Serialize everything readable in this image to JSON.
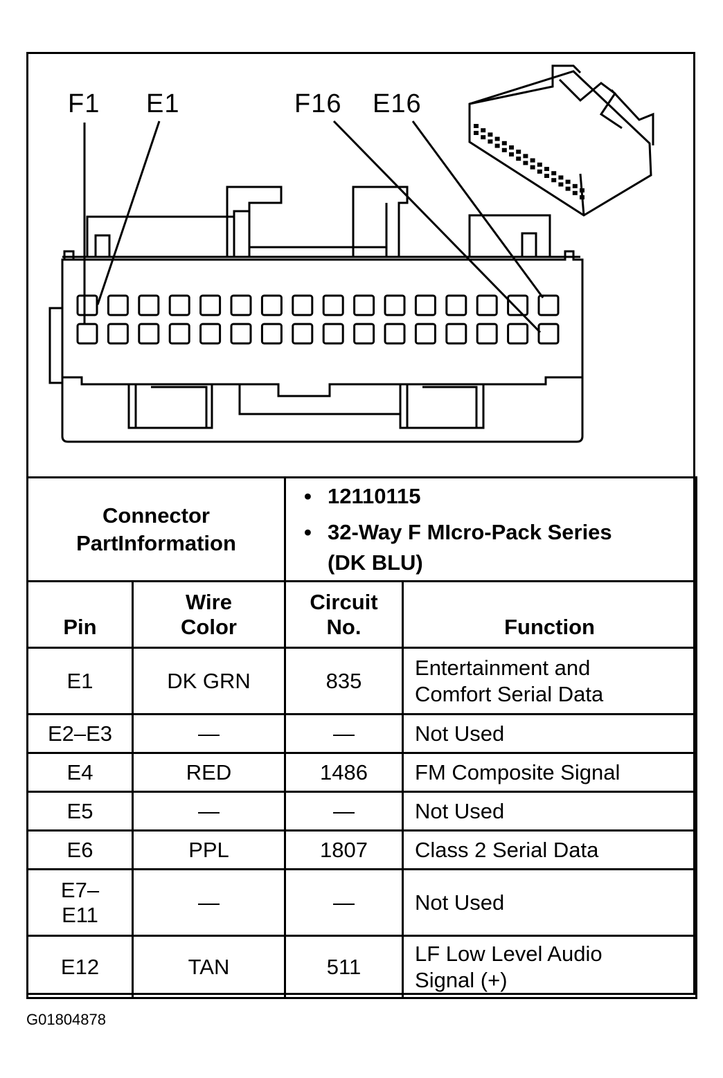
{
  "diagram": {
    "callouts": [
      "F1",
      "E1",
      "F16",
      "E16"
    ]
  },
  "part_info": {
    "label_line1": "Connector",
    "label_line2": "PartInformation",
    "part_number": "12110115",
    "description_line1": "32-Way F MIcro-Pack Series",
    "description_line2": "(DK BLU)"
  },
  "table": {
    "headers": {
      "pin": "Pin",
      "wire_color_line1": "Wire",
      "wire_color_line2": "Color",
      "circuit_line1": "Circuit",
      "circuit_line2": "No.",
      "function": "Function"
    },
    "rows": [
      {
        "pin": "E1",
        "color": "DK GRN",
        "circuit": "835",
        "function_line1": "Entertainment and",
        "function_line2": "Comfort Serial Data"
      },
      {
        "pin": "E2–E3",
        "color": "—",
        "circuit": "—",
        "function_line1": "Not Used",
        "function_line2": ""
      },
      {
        "pin": "E4",
        "color": "RED",
        "circuit": "1486",
        "function_line1": "FM Composite Signal",
        "function_line2": ""
      },
      {
        "pin": "E5",
        "color": "—",
        "circuit": "—",
        "function_line1": "Not Used",
        "function_line2": ""
      },
      {
        "pin": "E6",
        "color": "PPL",
        "circuit": "1807",
        "function_line1": "Class 2 Serial Data",
        "function_line2": ""
      },
      {
        "pin_line1": "E7–",
        "pin_line2": "E11",
        "color": "—",
        "circuit": "—",
        "function_line1": "Not Used",
        "function_line2": ""
      },
      {
        "pin": "E12",
        "color": "TAN",
        "circuit": "511",
        "function_line1": "LF Low Level Audio",
        "function_line2": "Signal (+)"
      }
    ]
  },
  "figure_id": "G01804878"
}
